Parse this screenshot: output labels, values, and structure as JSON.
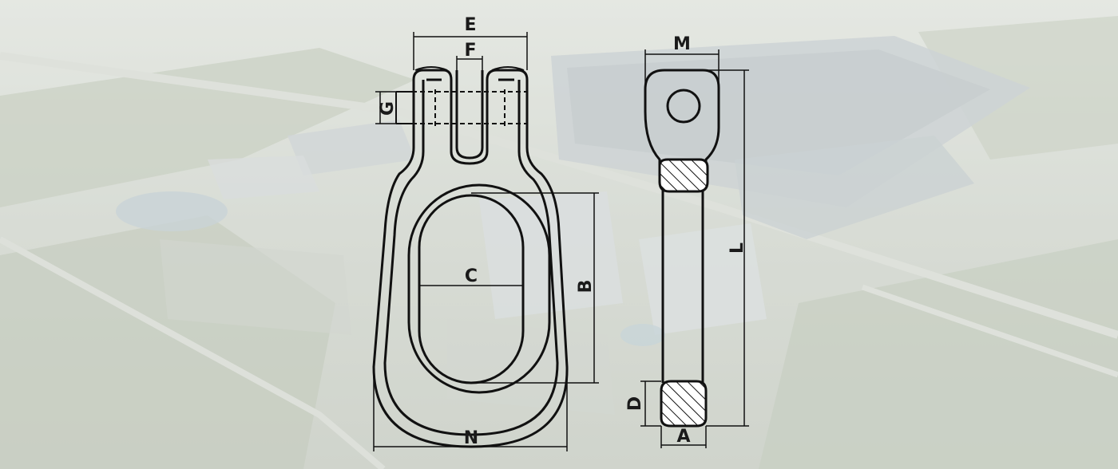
{
  "diagram": {
    "background": "aerial-factory-photo",
    "ink_color": "#111111",
    "front_view_labels": {
      "E": "E",
      "F": "F",
      "G": "G",
      "C": "C",
      "B": "B",
      "N": "N"
    },
    "side_view_labels": {
      "M": "M",
      "L": "L",
      "D": "D",
      "A": "A"
    }
  }
}
